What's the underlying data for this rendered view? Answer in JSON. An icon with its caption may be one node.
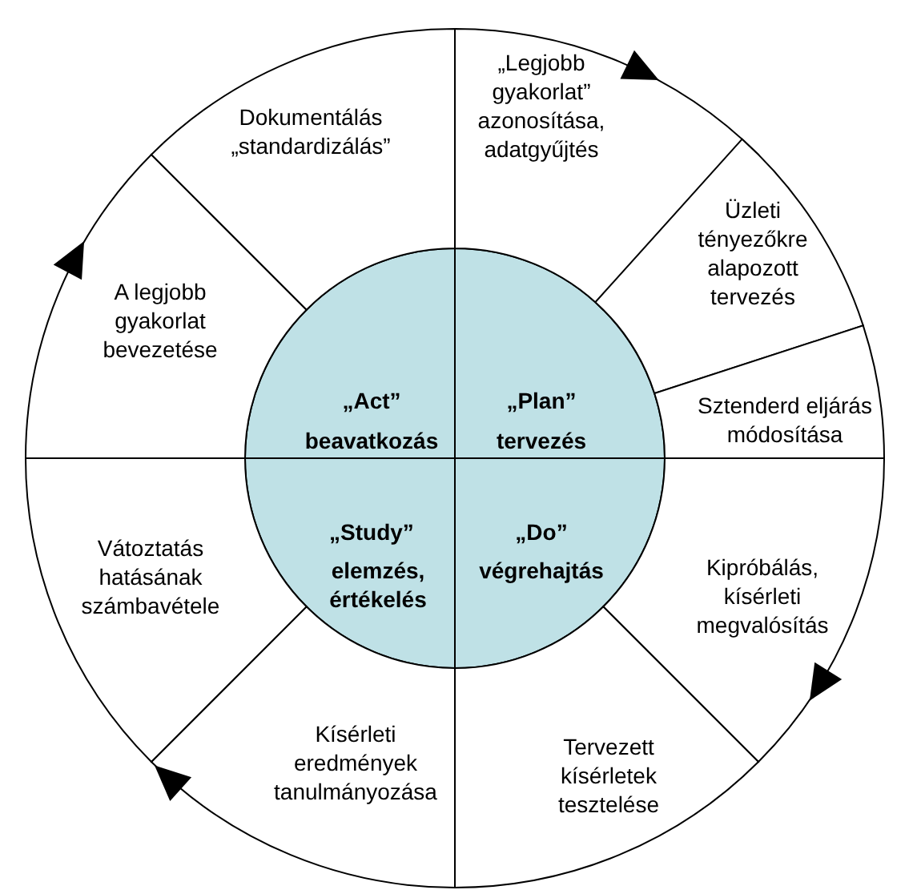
{
  "diagram": {
    "nodes": [
      {
        "text": [
          "„Plan”",
          "tervezés"
        ]
      },
      {
        "text": [
          "„Do”",
          "végrehajtás"
        ]
      },
      {
        "text": [
          "„Study”",
          "elemzés, értékelés"
        ]
      },
      {
        "text": [
          "„Act”",
          "beavatkozás"
        ]
      },
      {
        "text": [
          "„Legjobb gyakorlat” azonosítása, adatgyűjtés"
        ]
      },
      {
        "text": [
          "Üzleti tényezőkre alapozott tervezés"
        ]
      },
      {
        "text": [
          "Sztenderd eljárás módosítása"
        ]
      },
      {
        "text": [
          "Kipróbálás, kísérleti megvalósítás"
        ]
      },
      {
        "text": [
          "Tervezett kísérletek tesztelése"
        ]
      },
      {
        "text": [
          "Kísérleti eredmények tanulmányozása"
        ]
      },
      {
        "text": [
          "Vátoztatás hatásának számbavétele"
        ]
      },
      {
        "text": [
          "A legjobb gyakorlat bevezetése"
        ]
      },
      {
        "text": [
          "Dokumentálás „standardizálás”"
        ]
      }
    ],
    "edges": []
  }
}
